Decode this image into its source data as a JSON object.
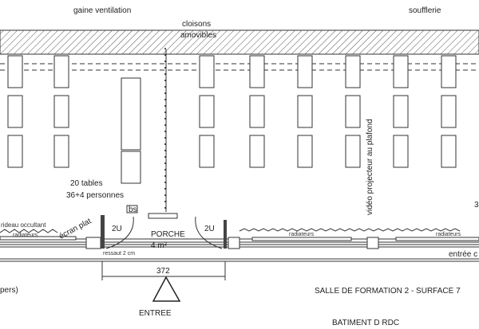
{
  "labels": {
    "gaine": "gaine ventilation",
    "cloisons_1": "cloisons",
    "cloisons_2": "amovibles",
    "soufflerie": "soufflerie",
    "video": "vidéo projecteur au plafond",
    "tables": "20 tables",
    "personnes": "36+4 personnes",
    "bs": "bs",
    "u_left": "2U",
    "u_right": "2U",
    "porche": "PORCHE",
    "porche_area": "4 m²",
    "ecran": "écran plat",
    "rideau": "rideau occultant",
    "radiateurs_1": "radiateurs",
    "radiateurs_2": "radiateurs",
    "radiateurs_3": "radiateurs",
    "ressaut": "ressaut 2 cm",
    "dimension": "372",
    "entree": "ENTREE",
    "pers": "pers)",
    "entree_c": "entrée c",
    "right_num": "3",
    "salle": "SALLE DE FORMATION 2 - SURFACE 7",
    "batiment": "BATIMENT D RDC"
  }
}
